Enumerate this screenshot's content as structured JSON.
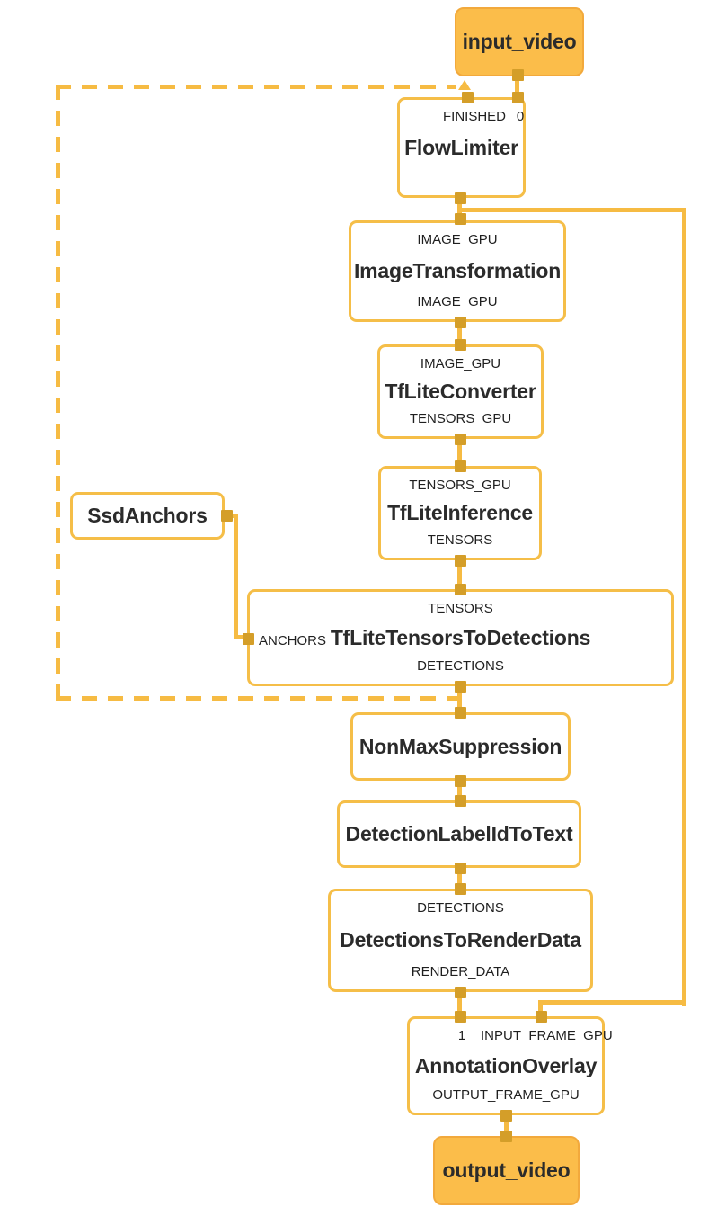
{
  "colors": {
    "edge": "#F6BB43",
    "node_border": "#F5BE48",
    "node_fill": "#FFFFFF",
    "terminal_fill": "#FBBD4A",
    "terminal_border": "#F2A93C",
    "port": "#D49E29",
    "text": "#2B2B2B"
  },
  "terminals": {
    "input": "input_video",
    "output": "output_video"
  },
  "nodes": {
    "flow_limiter": {
      "title": "FlowLimiter",
      "in_ports": [
        "FINISHED",
        "0"
      ]
    },
    "image_transformation": {
      "title": "ImageTransformation",
      "in_port": "IMAGE_GPU",
      "out_port": "IMAGE_GPU"
    },
    "tflite_converter": {
      "title": "TfLiteConverter",
      "in_port": "IMAGE_GPU",
      "out_port": "TENSORS_GPU"
    },
    "tflite_inference": {
      "title": "TfLiteInference",
      "in_port": "TENSORS_GPU",
      "out_port": "TENSORS"
    },
    "ssd_anchors": {
      "title": "SsdAnchors"
    },
    "tflite_tensors_to_detections": {
      "title": "TfLiteTensorsToDetections",
      "in_port": "TENSORS",
      "side_port": "ANCHORS",
      "out_port": "DETECTIONS"
    },
    "non_max_suppression": {
      "title": "NonMaxSuppression"
    },
    "detection_label_id_to_text": {
      "title": "DetectionLabelIdToText"
    },
    "detections_to_render_data": {
      "title": "DetectionsToRenderData",
      "in_port": "DETECTIONS",
      "out_port": "RENDER_DATA"
    },
    "annotation_overlay": {
      "title": "AnnotationOverlay",
      "in_ports": [
        "1",
        "INPUT_FRAME_GPU"
      ],
      "out_port": "OUTPUT_FRAME_GPU"
    }
  }
}
